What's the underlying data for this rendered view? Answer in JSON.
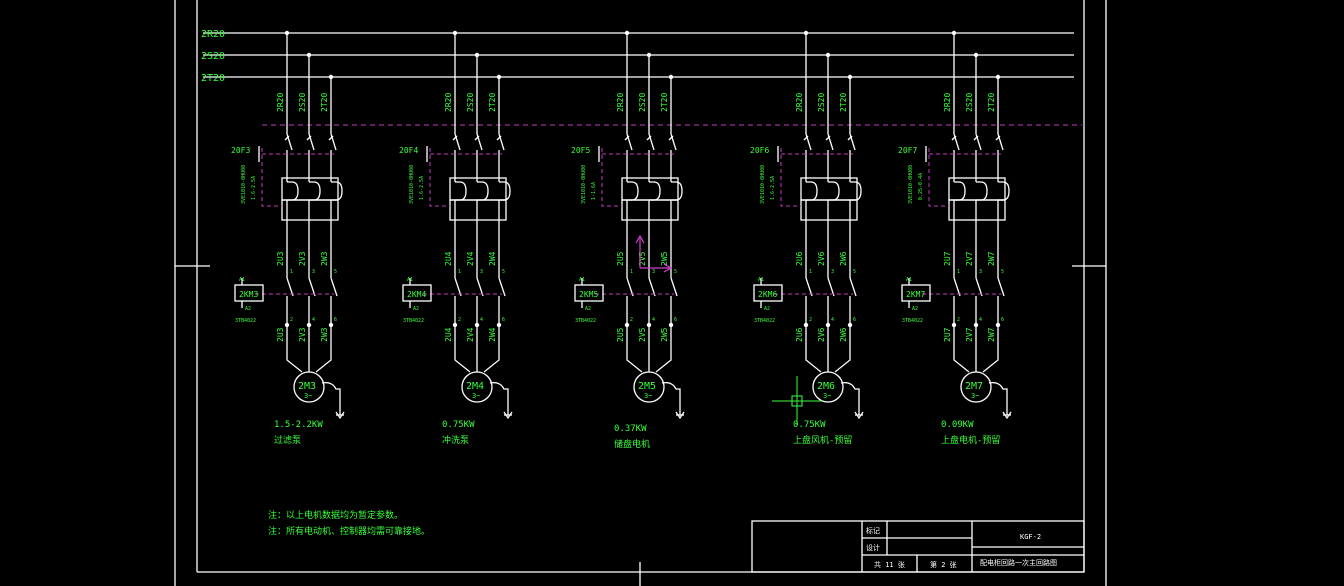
{
  "colors": {
    "background": "#000000",
    "wire": "#ffffff",
    "label": "#39ff39",
    "mechanical_link": "#c03ac0",
    "cursor": "#39ff39"
  },
  "bus": {
    "phases": [
      "2R20",
      "2S20",
      "2T20"
    ]
  },
  "branches": [
    {
      "breaker": "20F3",
      "contactor": "2KM3",
      "breaker_model": "3VE1010-0HU00",
      "breaker_range": "1.6-2.5A",
      "contactor_model": "3TB4022",
      "top_tags": [
        "2R20",
        "2S20",
        "2T20"
      ],
      "mid_tags": [
        "2U3",
        "2V3",
        "2W3"
      ],
      "bot_tags": [
        "2U3",
        "2V3",
        "2W3"
      ],
      "motor": "2M3",
      "motor_sub": "3~",
      "power": "1.5-2.2KW",
      "name": "过滤泵"
    },
    {
      "breaker": "20F4",
      "contactor": "2KM4",
      "breaker_model": "3VE1010-0HU00",
      "breaker_range": "1.6-2.5A",
      "contactor_model": "3TB4022",
      "top_tags": [
        "2R20",
        "2S20",
        "2T20"
      ],
      "mid_tags": [
        "2U4",
        "2V4",
        "2W4"
      ],
      "bot_tags": [
        "2U4",
        "2V4",
        "2W4"
      ],
      "motor": "2M4",
      "motor_sub": "3~",
      "power": "0.75KW",
      "name": "冲洗泵"
    },
    {
      "breaker": "20F5",
      "contactor": "2KM5",
      "breaker_model": "3VE1010-0HU00",
      "breaker_range": "1-1.6A",
      "contactor_model": "3TB4022",
      "top_tags": [
        "2R20",
        "2S20",
        "2T20"
      ],
      "mid_tags": [
        "2U5",
        "2V5",
        "2W5"
      ],
      "bot_tags": [
        "2U5",
        "2V5",
        "2W5"
      ],
      "motor": "2M5",
      "motor_sub": "3~",
      "power": "0.37KW",
      "name": "储盘电机"
    },
    {
      "breaker": "20F6",
      "contactor": "2KM6",
      "breaker_model": "3VE1010-0HU00",
      "breaker_range": "1.6-2.5A",
      "contactor_model": "3TB4022",
      "top_tags": [
        "2R20",
        "2S20",
        "2T20"
      ],
      "mid_tags": [
        "2U6",
        "2V6",
        "2W6"
      ],
      "bot_tags": [
        "2U6",
        "2V6",
        "2W6"
      ],
      "motor": "2M6",
      "motor_sub": "3~",
      "power": "0.75KW",
      "name": "上盘风机-预留"
    },
    {
      "breaker": "20F7",
      "contactor": "2KM7",
      "breaker_model": "3VE1010-0HU00",
      "breaker_range": "0.25-0.4A",
      "contactor_model": "3TB4022",
      "top_tags": [
        "2R20",
        "2S20",
        "2T20"
      ],
      "mid_tags": [
        "2U7",
        "2V7",
        "2W7"
      ],
      "bot_tags": [
        "2U7",
        "2V7",
        "2W7"
      ],
      "motor": "2M7",
      "motor_sub": "3~",
      "power": "0.09KW",
      "name": "上盘电机-预留"
    }
  ],
  "notes": [
    "注：以上电机数据均为暂定参数。",
    "注：所有电动机、控制器均需可靠接地。"
  ],
  "title_block": {
    "rev_label": "标记",
    "date_label": "设计",
    "drawing_no": "KGF-2",
    "title": "配电柜回路一次主回路图",
    "sheet_total": "共 11 张",
    "sheet_no": "第 2 张"
  }
}
